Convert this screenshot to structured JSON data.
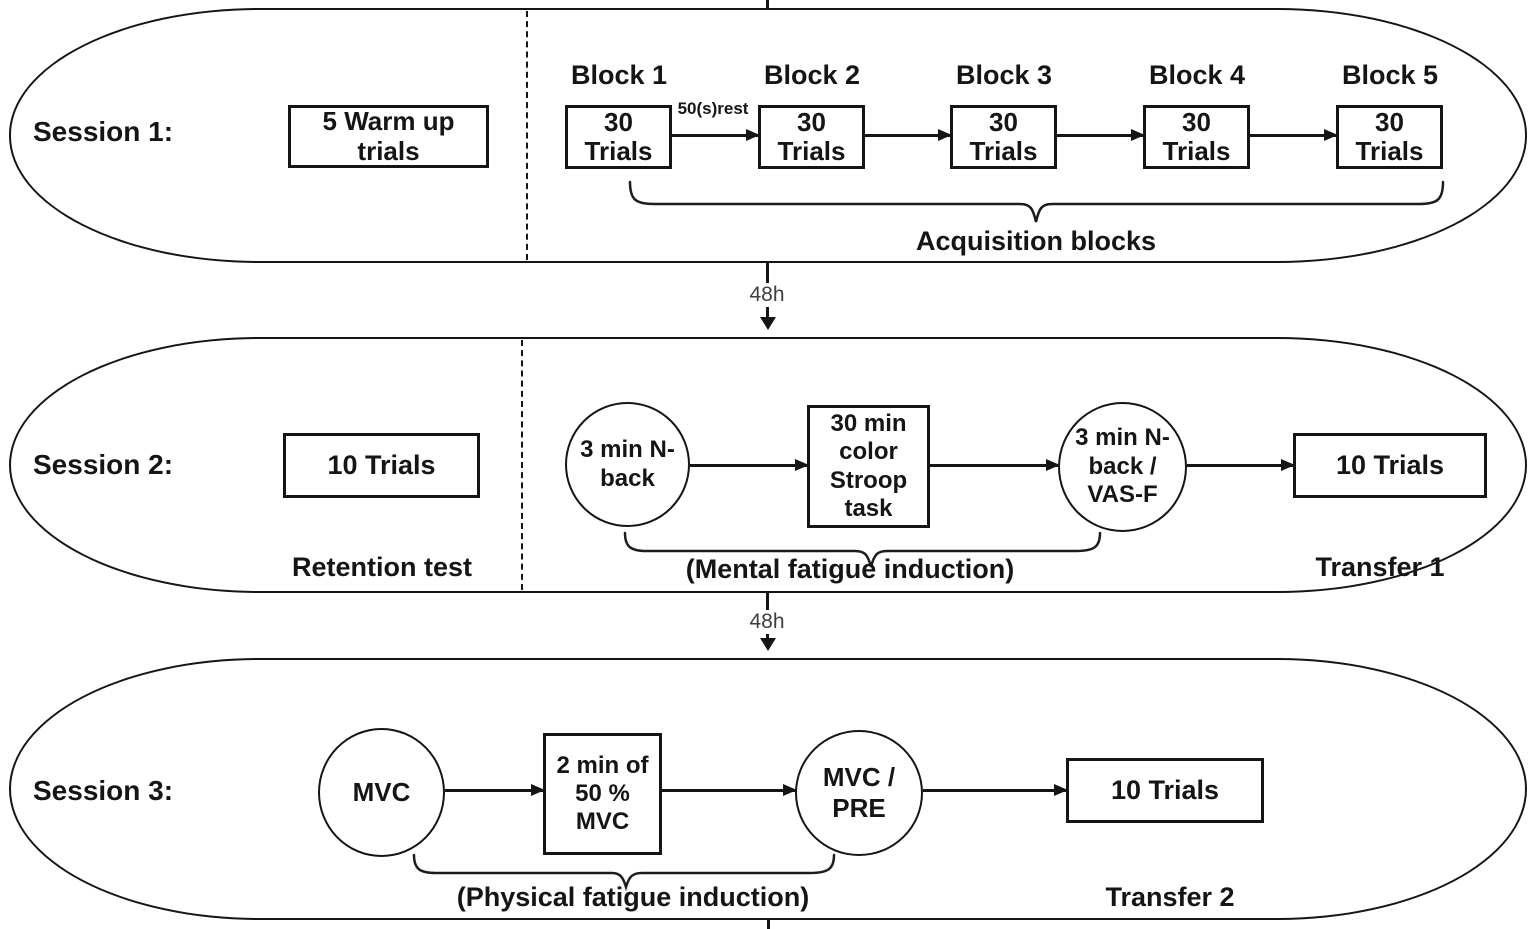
{
  "diagram": {
    "title_semantic": "Study protocol flow diagram",
    "colors": {
      "ink": "#151515",
      "interval_text": "#3f3f3f"
    },
    "intervals": [
      {
        "label": "48h"
      },
      {
        "label": "48h"
      }
    ],
    "sessions": [
      {
        "label": "Session 1:",
        "warmup_box": "5 Warm up trials",
        "rest_label": "50(s)rest",
        "blocks": [
          {
            "title": "Block 1",
            "box": "30 Trials"
          },
          {
            "title": "Block 2",
            "box": "30 Trials"
          },
          {
            "title": "Block 3",
            "box": "30 Trials"
          },
          {
            "title": "Block 4",
            "box": "30 Trials"
          },
          {
            "title": "Block 5",
            "box": "30 Trials"
          }
        ],
        "brace_label": "Acquisition blocks"
      },
      {
        "label": "Session 2:",
        "left_box": "10 Trials",
        "left_label": "Retention test",
        "nback_circle": "3 min N-back",
        "stroop_box": "30 min color Stroop task",
        "nback_vasf_circle": "3 min N-back / VAS-F",
        "trials_box": "10 Trials",
        "brace_label": "(Mental fatigue induction)",
        "transfer_label": "Transfer 1"
      },
      {
        "label": "Session 3:",
        "mvc_circle": "MVC",
        "fatigue_box": "2 min of 50 % MVC",
        "mvc_pre_circle": "MVC / PRE",
        "trials_box": "10 Trials",
        "brace_label": "(Physical fatigue induction)",
        "transfer_label": "Transfer 2"
      }
    ]
  }
}
